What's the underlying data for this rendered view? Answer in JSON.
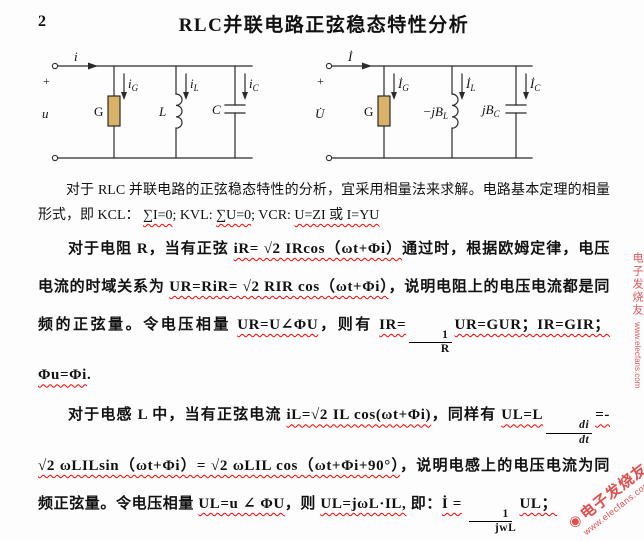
{
  "header": {
    "number": "2",
    "title": "RLC并联电路正弦稳态特性分析"
  },
  "circuit_left": {
    "current_label": "i",
    "plus": "+",
    "voltage_label": "u",
    "branches": [
      {
        "label": "G",
        "label_sub": "",
        "current_base": "i",
        "current_sub": "G"
      },
      {
        "label": "L",
        "label_sub": "",
        "current_base": "i",
        "current_sub": "L"
      },
      {
        "label": "C",
        "label_sub": "",
        "current_base": "i",
        "current_sub": "C"
      }
    ]
  },
  "circuit_right": {
    "current_label": "İ",
    "plus": "+",
    "voltage_label": "U̇",
    "branches": [
      {
        "label": "G",
        "label_sub": "",
        "current_base": "İ",
        "current_sub": "G"
      },
      {
        "label": "−jB",
        "label_sub": "L",
        "current_base": "İ",
        "current_sub": "L"
      },
      {
        "label": "jB",
        "label_sub": "C",
        "current_base": "İ",
        "current_sub": "C"
      }
    ]
  },
  "p1": {
    "s0": "对于 RLC 并联电路的正弦稳态特性的分析，宜采用相量法来求解。电路基本定理的相量形式，即 KCL：  ",
    "s1": "∑I=0",
    "s2": "; KVL: ",
    "s3": "∑U=0",
    "s4": "; VCR: ",
    "s5": "U=ZI 或 I=YU"
  },
  "p2": {
    "s0": "对于电阻 R，当有正弦 ",
    "s1": "iR= √2 IRcos（ωt+Φi）",
    "s2": "通过时，根据欧姆定律，电压电流的时域关系为 ",
    "s3": "UR=RiR= √2 RIR cos（ωt+Φi）",
    "s4": "，说明电阻上的电压电流都是同频的正弦量。令电压相量 ",
    "s5": "UR=U∠ΦU",
    "s6": "，则有 ",
    "s7": "IR=",
    "frac": {
      "num": "1",
      "den": "R"
    },
    "s8": "UR=GUR；IR=GIR；",
    "s9": "Φu=Φi",
    "s10": "."
  },
  "p3": {
    "s0": "对于电感 L 中，当有正弦电流 ",
    "s1": "iL=√2 IL cos(ωt+Φi)",
    "s2": "，同样有 ",
    "s3": "UL=L",
    "frac1": {
      "num": "di",
      "den": "dt"
    },
    "s4": "=-",
    "s5": "√2 ωLILsin（ωt+Φi）= √2 ωLIL cos（ωt+Φi+90°）",
    "s6": "，说明电感上的电压电流为同频正弦量。令电压相量 ",
    "s7": "UL=u ∠ ΦU",
    "s8": "，则 ",
    "s9": "UL=jωL·IL,",
    "s10": " 即：",
    "s11": "İ =",
    "frac2": {
      "num": "1",
      "den": "jwL"
    },
    "s12": "UL；"
  },
  "watermark": {
    "brand": "电子发烧友",
    "url": "www.elecfans.com",
    "logo_glyph": "◉"
  },
  "colors": {
    "wavy_underline": "#ff0000",
    "watermark": "#e03a3a",
    "resistor_fill": "#d9b267"
  }
}
